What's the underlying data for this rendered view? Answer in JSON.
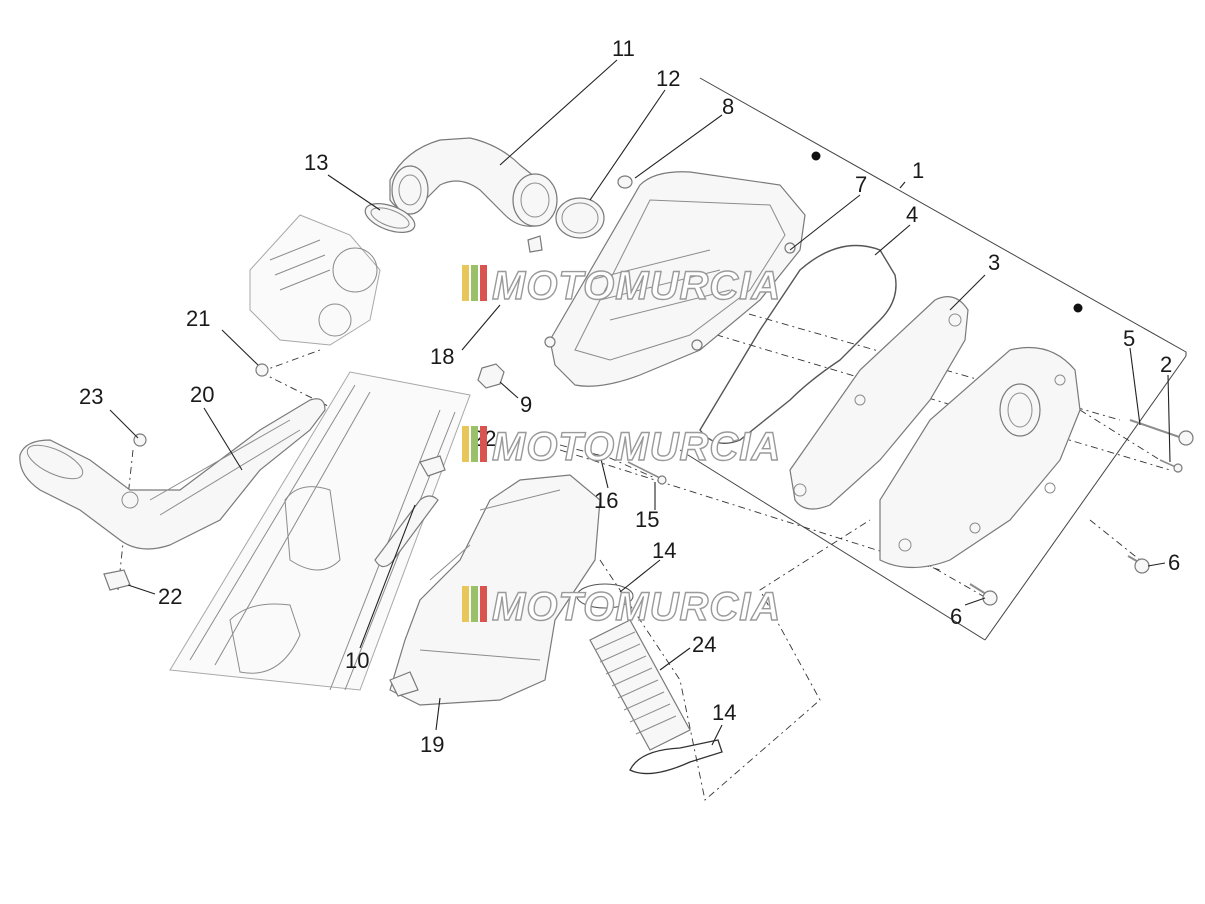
{
  "diagram": {
    "callouts": [
      {
        "id": "1",
        "text": "1"
      },
      {
        "id": "2",
        "text": "2"
      },
      {
        "id": "3",
        "text": "3"
      },
      {
        "id": "4",
        "text": "4"
      },
      {
        "id": "5",
        "text": "5"
      },
      {
        "id": "6a",
        "text": "6"
      },
      {
        "id": "6b",
        "text": "6"
      },
      {
        "id": "7",
        "text": "7"
      },
      {
        "id": "8",
        "text": "8"
      },
      {
        "id": "9",
        "text": "9"
      },
      {
        "id": "10",
        "text": "10"
      },
      {
        "id": "11",
        "text": "11"
      },
      {
        "id": "12",
        "text": "12"
      },
      {
        "id": "13",
        "text": "13"
      },
      {
        "id": "14a",
        "text": "14"
      },
      {
        "id": "14b",
        "text": "14"
      },
      {
        "id": "15",
        "text": "15"
      },
      {
        "id": "16",
        "text": "16"
      },
      {
        "id": "18",
        "text": "18"
      },
      {
        "id": "19",
        "text": "19"
      },
      {
        "id": "20",
        "text": "20"
      },
      {
        "id": "21",
        "text": "21"
      },
      {
        "id": "22a",
        "text": "22"
      },
      {
        "id": "22b",
        "text": "22"
      },
      {
        "id": "23",
        "text": "23"
      },
      {
        "id": "24",
        "text": "24"
      }
    ],
    "watermark": {
      "text": "MOTOMURCIA",
      "stripe_colors": [
        "#e7c65a",
        "#9bc06a",
        "#d9534f"
      ]
    }
  }
}
